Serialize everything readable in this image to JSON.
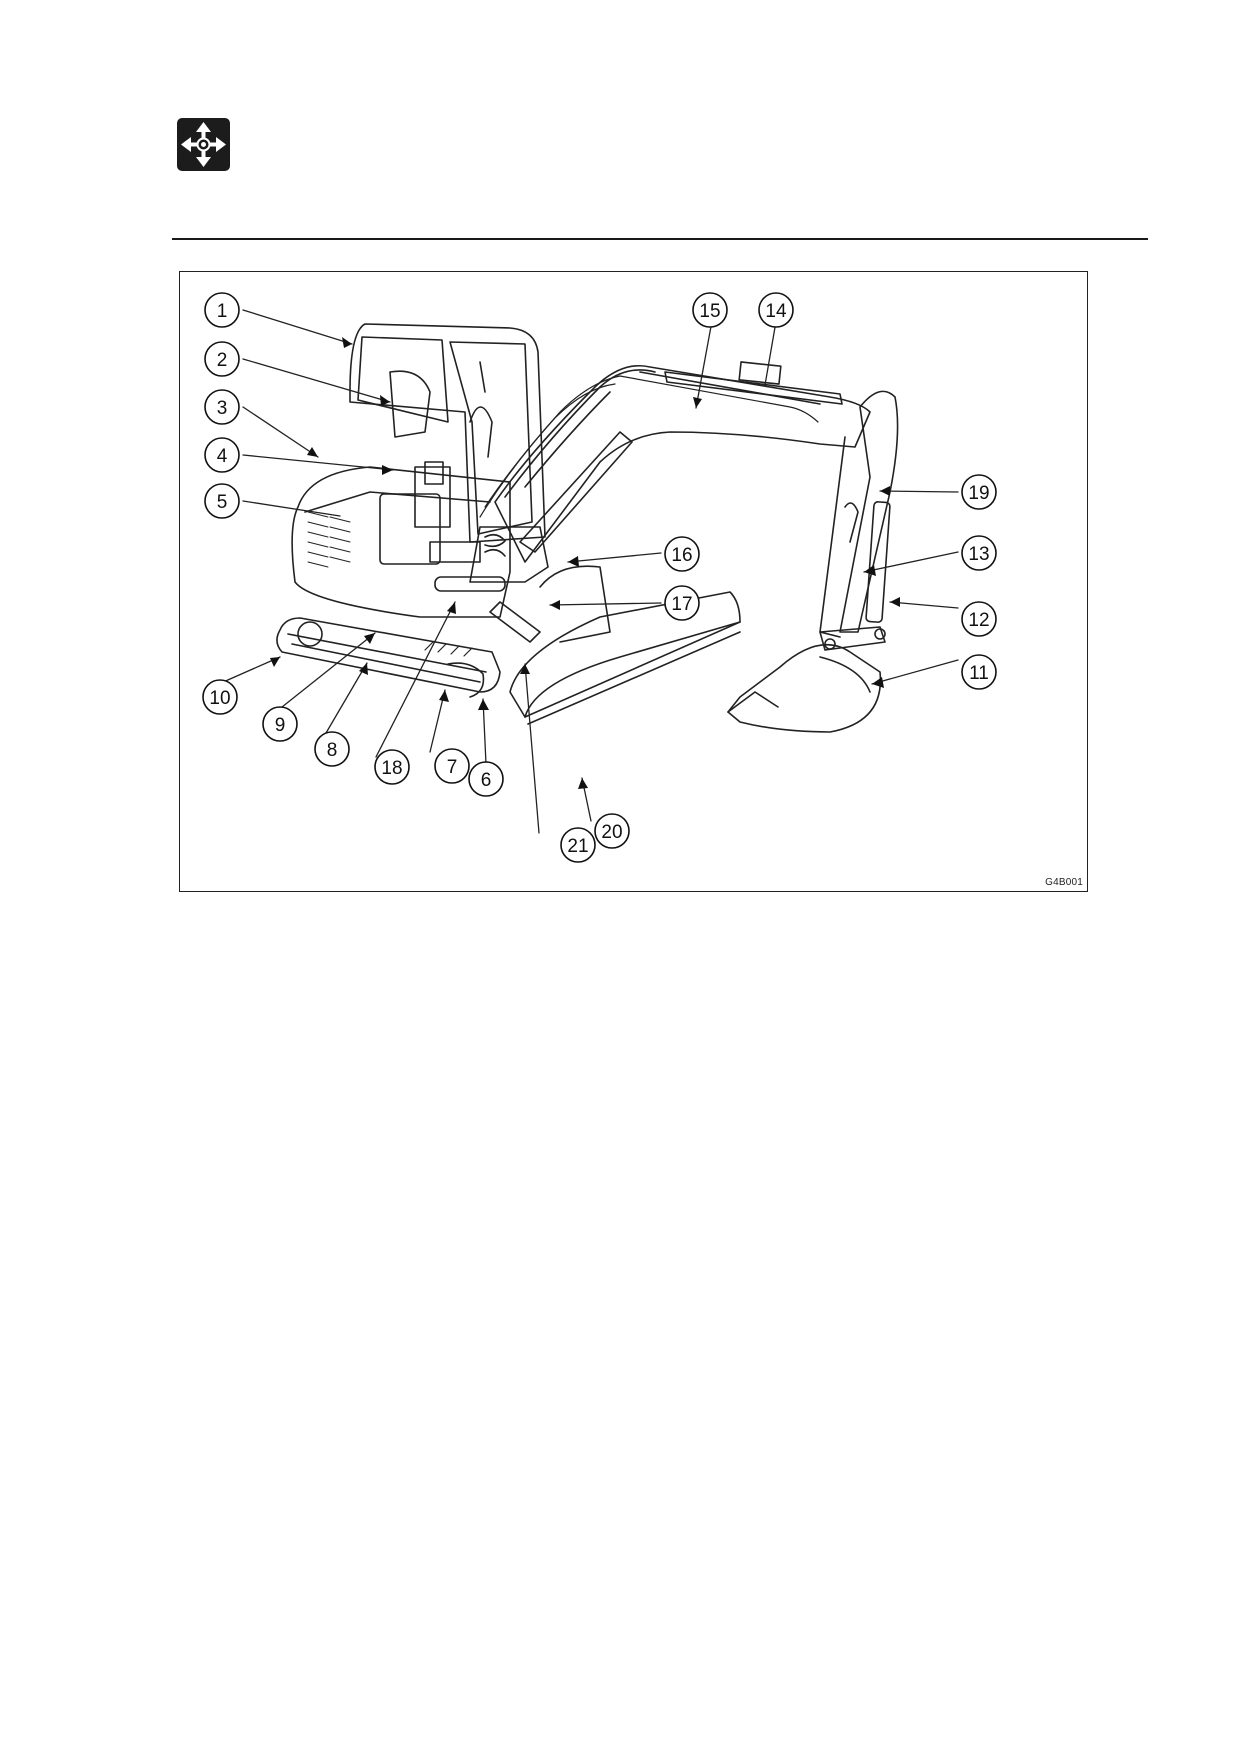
{
  "header": {
    "icon": "move-arrows-icon"
  },
  "figure": {
    "id_label": "G4B001",
    "callouts": [
      "1",
      "2",
      "3",
      "4",
      "5",
      "6",
      "7",
      "8",
      "9",
      "10",
      "11",
      "12",
      "13",
      "14",
      "15",
      "16",
      "17",
      "18",
      "19",
      "20",
      "21"
    ]
  },
  "colors": {
    "ink": "#111111",
    "icon_bg": "#1c1c1c",
    "icon_fg": "#ffffff"
  }
}
